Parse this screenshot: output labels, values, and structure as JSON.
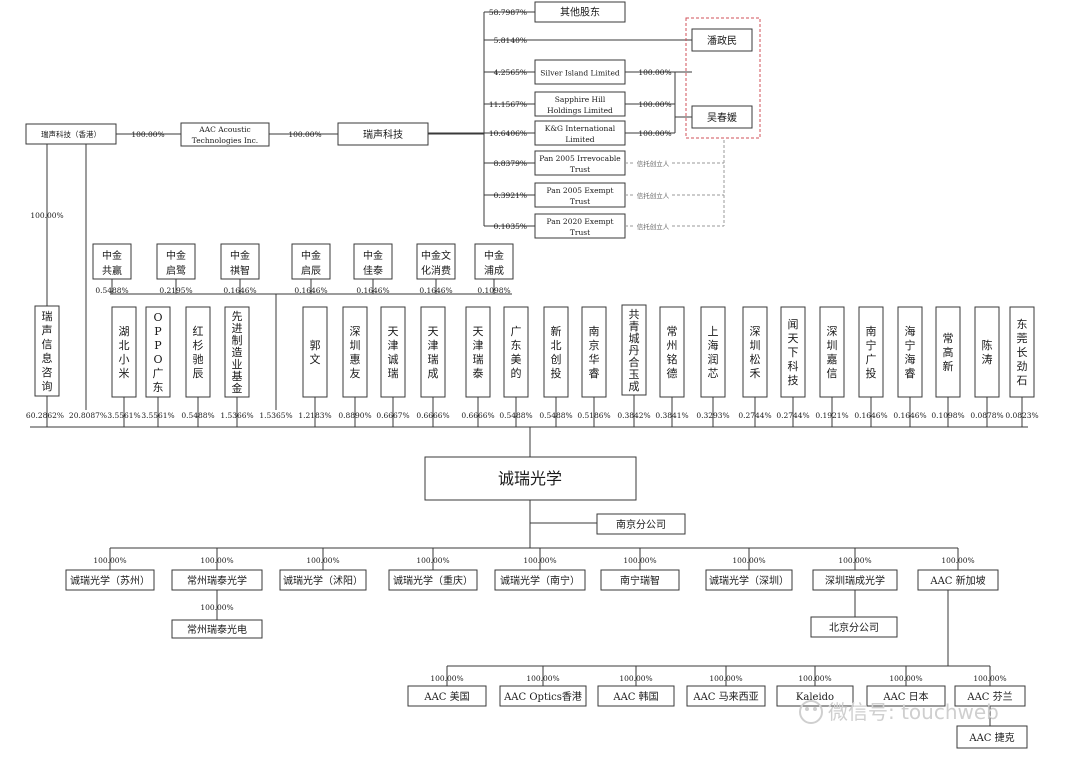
{
  "shareholders_top": [
    {
      "name": "其他股东",
      "pct": "58.7987%"
    },
    {
      "name": "",
      "pct": "5.8140%"
    },
    {
      "name": "Silver Island Limited",
      "pct": "4.2565%",
      "own": "100.00%"
    },
    {
      "name": "Sapphire Hill Holdings Limited",
      "pct": "11.1567%",
      "own": "100.00%"
    },
    {
      "name": "K&G International Limited",
      "pct": "10.6406%",
      "own": "100.00%"
    },
    {
      "name": "Pan 2005 Irrevocable Trust",
      "pct": "8.8379%",
      "note": "信托创立人"
    },
    {
      "name": "Pan 2005 Exempt Trust",
      "pct": "0.3921%",
      "note": "信托创立人"
    },
    {
      "name": "Pan 2020 Exempt Trust",
      "pct": "0.1035%",
      "note": "信托创立人"
    }
  ],
  "persons": [
    "潘政民",
    "吴春媛"
  ],
  "chain": {
    "hk": "瑞声科技（香港）",
    "hk_pct": "100.00%",
    "aac_acoustic": "AAC Acoustic Technologies Inc.",
    "aac_pct": "100.00%",
    "ruisheng": "瑞声科技",
    "info_pct": "100.00%"
  },
  "cicc_funds": [
    {
      "name": "中金共赢",
      "pct": "0.5488%"
    },
    {
      "name": "中金启鹭",
      "pct": "0.2195%"
    },
    {
      "name": "中金祺智",
      "pct": "0.1646%"
    },
    {
      "name": "中金启辰",
      "pct": "0.1646%"
    },
    {
      "name": "中金佳泰",
      "pct": "0.1646%"
    },
    {
      "name": "中金文化消费",
      "pct": "0.1646%"
    },
    {
      "name": "中金浦成",
      "pct": "0.1098%"
    }
  ],
  "shareholders": [
    {
      "name": "瑞声信息咨询",
      "pct": "60.2862%"
    },
    {
      "name": "",
      "pct": "20.8087%"
    },
    {
      "name": "湖北小米",
      "pct": "3.5561%"
    },
    {
      "name": "OPPO广东",
      "pct": "3.5561%"
    },
    {
      "name": "红杉驰辰",
      "pct": "0.5488%"
    },
    {
      "name": "先进制造业基金",
      "pct": "1.5366%"
    },
    {
      "name": "",
      "pct": "1.5365%"
    },
    {
      "name": "郭文",
      "pct": "1.2183%"
    },
    {
      "name": "深圳惠友",
      "pct": "0.8890%"
    },
    {
      "name": "天津诚瑞",
      "pct": "0.6667%"
    },
    {
      "name": "天津瑞成",
      "pct": "0.6666%"
    },
    {
      "name": "天津瑞泰",
      "pct": "0.6666%"
    },
    {
      "name": "广东美的",
      "pct": "0.5488%"
    },
    {
      "name": "新北创投",
      "pct": "0.5488%"
    },
    {
      "name": "南京华睿",
      "pct": "0.5186%"
    },
    {
      "name": "共青城丹合玉成",
      "pct": "0.3842%"
    },
    {
      "name": "常州铭德",
      "pct": "0.3841%"
    },
    {
      "name": "上海润芯",
      "pct": "0.3293%"
    },
    {
      "name": "深圳松禾",
      "pct": "0.2744%"
    },
    {
      "name": "闻天下科技",
      "pct": "0.2744%"
    },
    {
      "name": "深圳嘉信",
      "pct": "0.1921%"
    },
    {
      "name": "南宁广投",
      "pct": "0.1646%"
    },
    {
      "name": "海宁海睿",
      "pct": "0.1646%"
    },
    {
      "name": "常高新",
      "pct": "0.1098%"
    },
    {
      "name": "陈涛",
      "pct": "0.0878%"
    },
    {
      "name": "东莞长劲石",
      "pct": "0.0823%"
    }
  ],
  "main": {
    "name": "诚瑞光学",
    "branch": "南京分公司"
  },
  "subsidiaries": [
    {
      "name": "诚瑞光学（苏州）",
      "pct": "100.00%"
    },
    {
      "name": "常州瑞泰光学",
      "pct": "100.00%"
    },
    {
      "name": "诚瑞光学（沭阳）",
      "pct": "100.00%"
    },
    {
      "name": "诚瑞光学（重庆）",
      "pct": "100.00%"
    },
    {
      "name": "诚瑞光学（南宁）",
      "pct": "100.00%"
    },
    {
      "name": "南宁瑞智",
      "pct": "100.00%"
    },
    {
      "name": "诚瑞光学（深圳）",
      "pct": "100.00%"
    },
    {
      "name": "深圳瑞成光学",
      "pct": "100.00%"
    },
    {
      "name": "AAC 新加坡",
      "pct": "100.00%"
    }
  ],
  "sub2": {
    "name": "常州瑞泰光电",
    "pct": "100.00%"
  },
  "beijing": "北京分公司",
  "overseas": [
    {
      "name": "AAC 美国",
      "pct": "100.00%"
    },
    {
      "name": "AAC Optics香港",
      "pct": "100.00%"
    },
    {
      "name": "AAC 韩国",
      "pct": "100.00%"
    },
    {
      "name": "AAC 马来西亚",
      "pct": "100.00%"
    },
    {
      "name": "Kaleido",
      "pct": "100.00%"
    },
    {
      "name": "AAC 日本",
      "pct": "100.00%"
    },
    {
      "name": "AAC 芬兰",
      "pct": "100.00%"
    }
  ],
  "czech": "AAC 捷克",
  "watermark": "微信号: touchweb"
}
